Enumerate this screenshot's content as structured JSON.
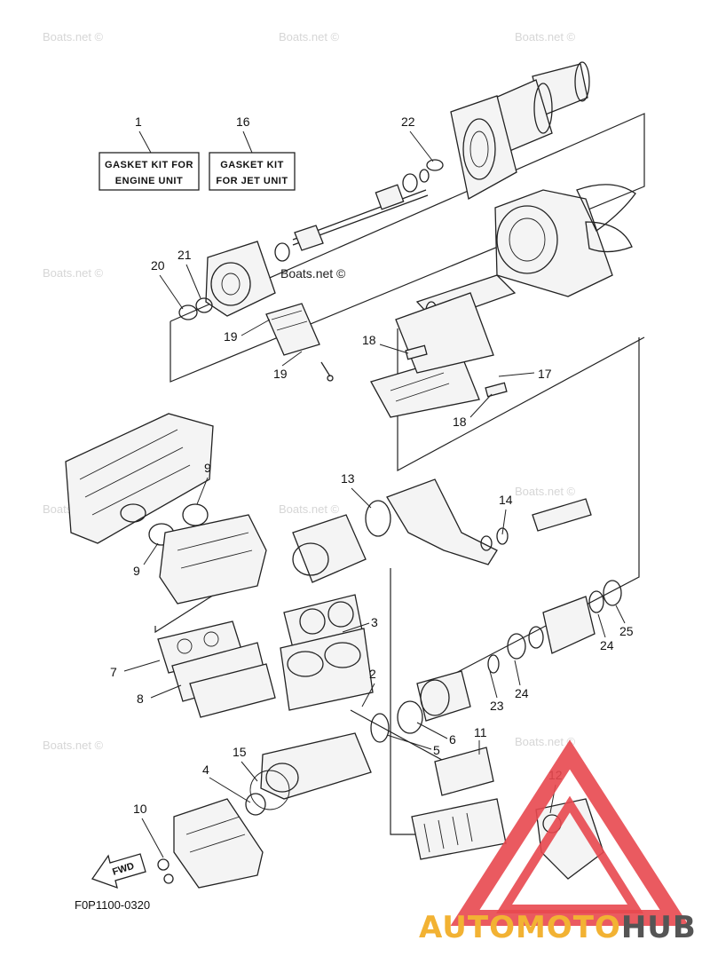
{
  "kits": [
    {
      "number": "1",
      "line1": "GASKET KIT FOR",
      "line2": "ENGINE UNIT"
    },
    {
      "number": "16",
      "line1": "GASKET KIT",
      "line2": "FOR JET UNIT"
    }
  ],
  "callouts": [
    "22",
    "21",
    "20",
    "19",
    "19",
    "18",
    "17",
    "18",
    "9",
    "9",
    "13",
    "14",
    "3",
    "7",
    "8",
    "2",
    "25",
    "24",
    "24",
    "23",
    "6",
    "5",
    "11",
    "4",
    "15",
    "12",
    "10"
  ],
  "watermark": "Boats.net ©",
  "fwd_label": "FWD",
  "figure_code": "F0P1100-0320",
  "logo": {
    "part1": "AUTOMOTO",
    "part2": "HUB",
    "color1": "#f2b233",
    "color2": "#555555",
    "triangle_color": "#e8484f"
  }
}
